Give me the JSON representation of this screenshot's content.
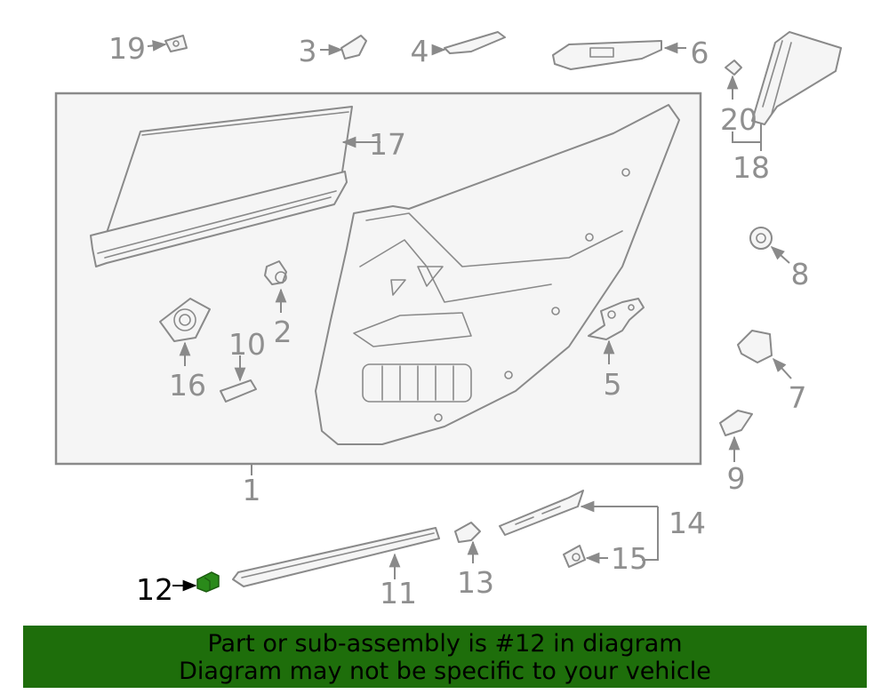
{
  "labels": {
    "p1": "1",
    "p2": "2",
    "p3": "3",
    "p4": "4",
    "p5": "5",
    "p6": "6",
    "p7": "7",
    "p8": "8",
    "p9": "9",
    "p10": "10",
    "p11": "11",
    "p12": "12",
    "p13": "13",
    "p14": "14",
    "p15": "15",
    "p16": "16",
    "p17": "17",
    "p18": "18",
    "p19": "19",
    "p20": "20"
  },
  "highlight": {
    "part": "12",
    "color": "#2a8a1a"
  },
  "colors": {
    "line": "#8a8a8a",
    "label": "#8f8f8f",
    "banner_bg": "#1e6e0b",
    "banner_text": "#000000"
  },
  "banner": {
    "line1": "Part or sub-assembly is #12 in diagram",
    "line2": "Diagram may not be specific to your vehicle"
  }
}
